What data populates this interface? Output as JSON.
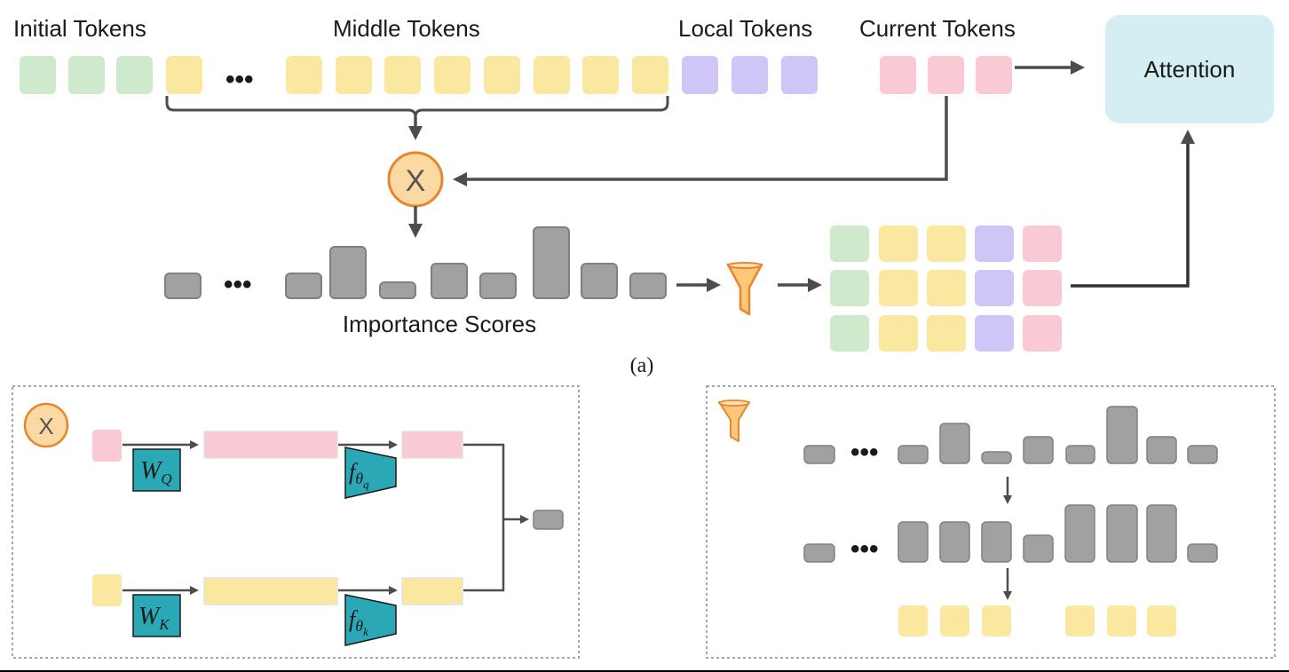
{
  "labels": {
    "initial_tokens": "Initial Tokens",
    "middle_tokens": "Middle Tokens",
    "local_tokens": "Local Tokens",
    "current_tokens": "Current Tokens",
    "attention": "Attention",
    "importance_scores": "Importance Scores",
    "caption_a": "(a)",
    "multiply_symbol": "X",
    "ellipsis": "•••"
  },
  "math": {
    "wq": "W",
    "wq_sub": "Q",
    "wk": "W",
    "wk_sub": "K",
    "fq": "f",
    "fq_sub": "θ",
    "fq_subsub": "q",
    "fk": "f",
    "fk_sub": "θ",
    "fk_subsub": "k"
  },
  "colors": {
    "initial": "#cfe9cd",
    "middle": "#fbe8a0",
    "local": "#cfc6f7",
    "current": "#f9c9d4",
    "attention": "#d4eef3",
    "score_bar": "#a1a1a1",
    "score_bar_border": "#808080",
    "multiply_fill": "#fbd9a3",
    "multiply_stroke": "#e8862d",
    "projection": "#2aa8b5",
    "funnel": "#fbc77a"
  },
  "icons": {
    "multiply": "multiply-circle-icon",
    "filter": "funnel-icon"
  }
}
